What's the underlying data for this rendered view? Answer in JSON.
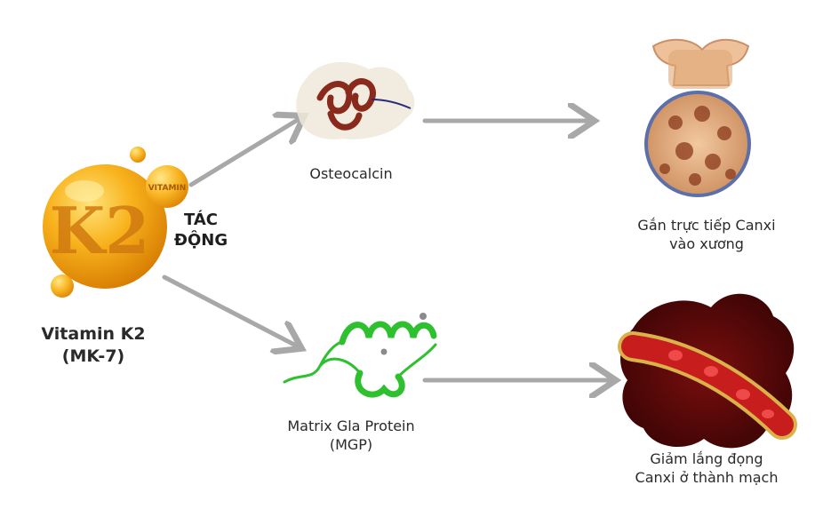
{
  "vitamin": {
    "badge_big": "K2",
    "badge_small": "VITAMIN",
    "name_line1": "Vitamin K2",
    "name_line2": "(MK-7)"
  },
  "action": {
    "line1": "TÁC",
    "line2": "ĐỘNG"
  },
  "osteocalcin": {
    "label": "Osteocalcin"
  },
  "mgp": {
    "line1": "Matrix Gla Protein",
    "line2": "(MGP)"
  },
  "bone_effect": {
    "line1": "Gắn trực tiếp Canxi",
    "line2": "vào xương"
  },
  "vessel_effect": {
    "line1": "Giảm lắng đọng",
    "line2": "Canxi ở thành mạch"
  },
  "colors": {
    "vitamin_orange": "#f5a10f",
    "arrow_gray": "#a8a8a8",
    "osteocalcin_red": "#8a2a1c",
    "mgp_green": "#2ec02e",
    "bone_tan": "#e8b88a",
    "vessel_red": "#a01818"
  }
}
